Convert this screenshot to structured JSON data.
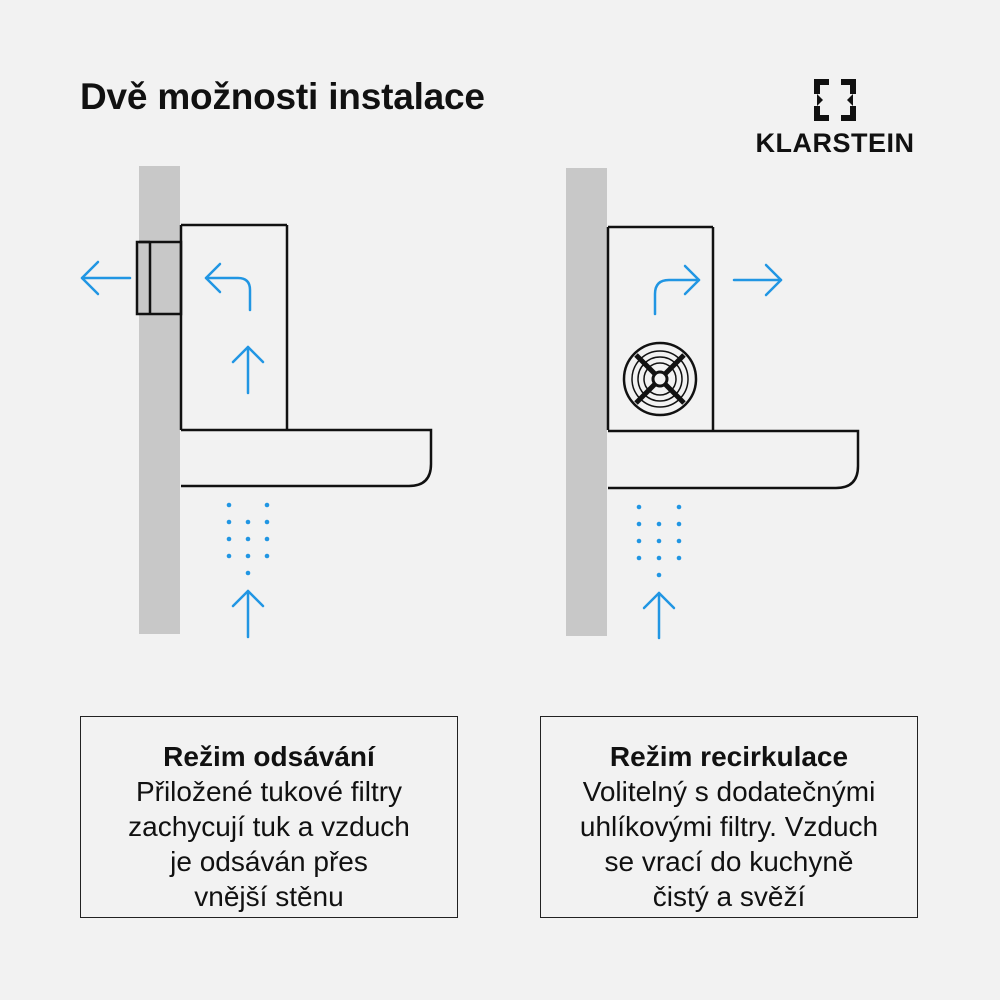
{
  "page": {
    "title": "Dvě možnosti instalace",
    "brand": "KLARSTEIN"
  },
  "colors": {
    "background": "#f2f2f2",
    "wall": "#c8c8c8",
    "outline": "#111111",
    "airflow": "#2196e3"
  },
  "icons": {
    "brand_logo": "klarstein-logo-icon",
    "fan": "fan-icon",
    "arrow": "arrow-icon"
  },
  "modes": [
    {
      "title": "Režim odsávání",
      "lines": [
        "Přiložené tukové filtry",
        "zachycují tuk a vzduch",
        "je odsáván přes",
        "vnější stěnu"
      ]
    },
    {
      "title": "Režim recirkulace",
      "lines": [
        "Volitelný s dodatečnými",
        "uhlíkovými filtry. Vzduch",
        "se vrací do kuchyně",
        "čistý a svěží"
      ]
    }
  ]
}
